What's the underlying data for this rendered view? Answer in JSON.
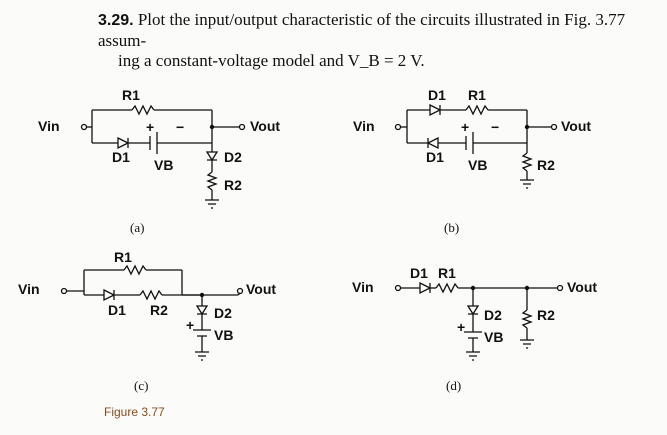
{
  "problem": {
    "number": "3.29.",
    "line1": "Plot the input/output characteristic of the circuits illustrated in Fig. 3.77 assum-",
    "line2": "ing a constant-voltage model and V_B = 2 V."
  },
  "circuits": {
    "a": {
      "caption": "(a)",
      "vin": "Vin",
      "vout": "Vout",
      "r1": "R1",
      "r2": "R2",
      "d1": "D1",
      "d2": "D2",
      "vb": "VB"
    },
    "b": {
      "caption": "(b)",
      "vin": "Vin",
      "vout": "Vout",
      "r1": "R1",
      "r2": "R2",
      "d1_top": "D1",
      "d1_bottom": "D1",
      "vb": "VB"
    },
    "c": {
      "caption": "(c)",
      "vin": "Vin",
      "vout": "Vout",
      "r1": "R1",
      "r2": "R2",
      "d1": "D1",
      "d2": "D2",
      "vb": "VB"
    },
    "d": {
      "caption": "(d)",
      "vin": "Vin",
      "vout": "Vout",
      "r1": "R1",
      "r2": "R2",
      "d1": "D1",
      "d2": "D2",
      "vb": "VB"
    }
  },
  "figure_caption": "Figure 3.77"
}
